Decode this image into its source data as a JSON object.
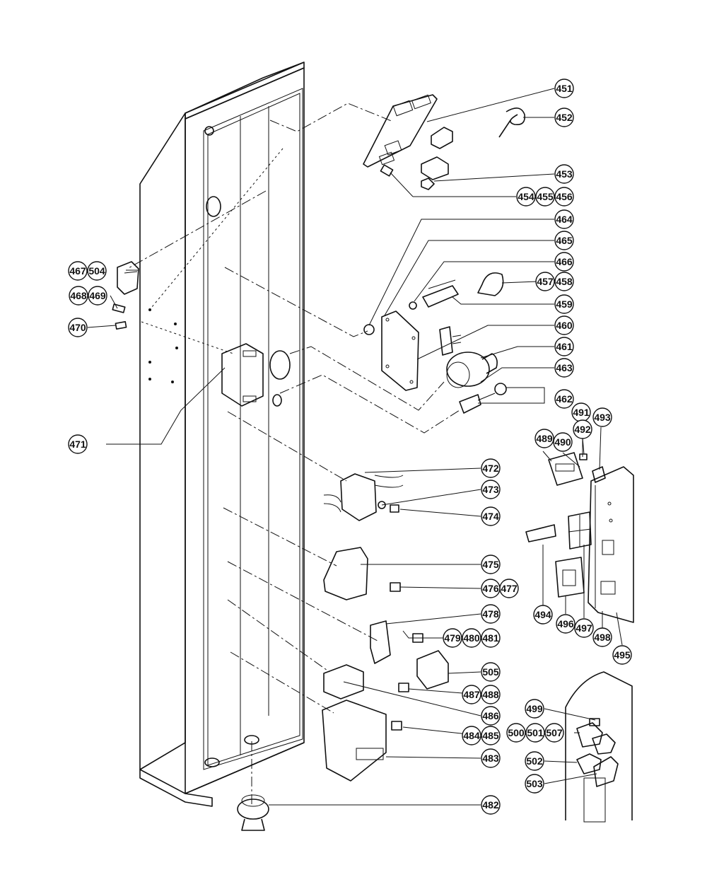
{
  "callouts": [
    {
      "id": "c451",
      "labels": [
        "451"
      ]
    },
    {
      "id": "c452",
      "labels": [
        "452"
      ]
    },
    {
      "id": "c453",
      "labels": [
        "453"
      ]
    },
    {
      "id": "c454",
      "labels": [
        "454",
        "455",
        "456"
      ]
    },
    {
      "id": "c464",
      "labels": [
        "464"
      ]
    },
    {
      "id": "c465",
      "labels": [
        "465"
      ]
    },
    {
      "id": "c466",
      "labels": [
        "466"
      ]
    },
    {
      "id": "c457",
      "labels": [
        "457",
        "458"
      ]
    },
    {
      "id": "c459",
      "labels": [
        "459"
      ]
    },
    {
      "id": "c460",
      "labels": [
        "460"
      ]
    },
    {
      "id": "c461",
      "labels": [
        "461"
      ]
    },
    {
      "id": "c463",
      "labels": [
        "463"
      ]
    },
    {
      "id": "c462",
      "labels": [
        "462"
      ]
    },
    {
      "id": "c467",
      "labels": [
        "467",
        "504"
      ]
    },
    {
      "id": "c468",
      "labels": [
        "468",
        "469"
      ]
    },
    {
      "id": "c470",
      "labels": [
        "470"
      ]
    },
    {
      "id": "c471",
      "labels": [
        "471"
      ]
    },
    {
      "id": "c489",
      "labels": [
        "489"
      ]
    },
    {
      "id": "c490",
      "labels": [
        "490"
      ]
    },
    {
      "id": "c491",
      "labels": [
        "491"
      ]
    },
    {
      "id": "c492",
      "labels": [
        "492"
      ]
    },
    {
      "id": "c493",
      "labels": [
        "493"
      ]
    },
    {
      "id": "c472",
      "labels": [
        "472"
      ]
    },
    {
      "id": "c473",
      "labels": [
        "473"
      ]
    },
    {
      "id": "c474",
      "labels": [
        "474"
      ]
    },
    {
      "id": "c475",
      "labels": [
        "475"
      ]
    },
    {
      "id": "c476",
      "labels": [
        "476",
        "477"
      ]
    },
    {
      "id": "c494",
      "labels": [
        "494"
      ]
    },
    {
      "id": "c496",
      "labels": [
        "496"
      ]
    },
    {
      "id": "c497",
      "labels": [
        "497"
      ]
    },
    {
      "id": "c498",
      "labels": [
        "498"
      ]
    },
    {
      "id": "c495",
      "labels": [
        "495"
      ]
    },
    {
      "id": "c478",
      "labels": [
        "478"
      ]
    },
    {
      "id": "c479",
      "labels": [
        "479",
        "480",
        "481"
      ]
    },
    {
      "id": "c505",
      "labels": [
        "505"
      ]
    },
    {
      "id": "c487",
      "labels": [
        "487",
        "488"
      ]
    },
    {
      "id": "c486",
      "labels": [
        "486"
      ]
    },
    {
      "id": "c484",
      "labels": [
        "484",
        "485"
      ]
    },
    {
      "id": "c483",
      "labels": [
        "483"
      ]
    },
    {
      "id": "c482",
      "labels": [
        "482"
      ]
    },
    {
      "id": "c499",
      "labels": [
        "499"
      ]
    },
    {
      "id": "c500",
      "labels": [
        "500",
        "501",
        "507"
      ]
    },
    {
      "id": "c502",
      "labels": [
        "502"
      ]
    },
    {
      "id": "c503",
      "labels": [
        "503"
      ]
    }
  ]
}
